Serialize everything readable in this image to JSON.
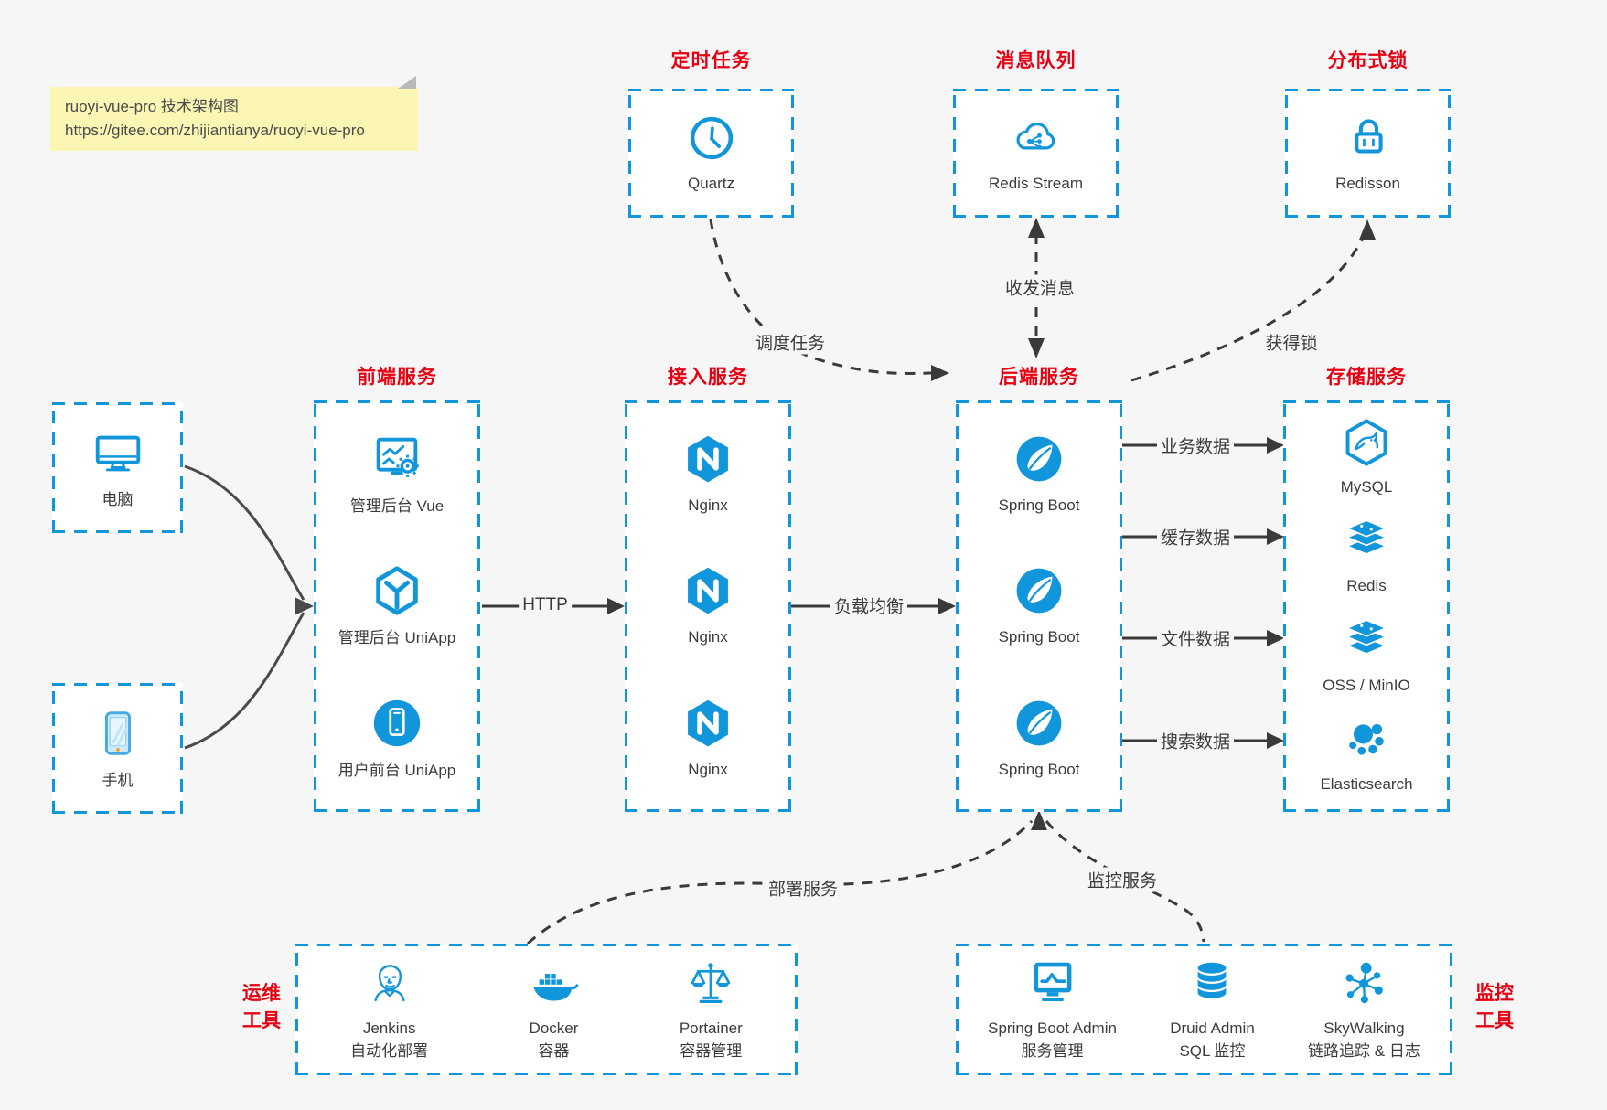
{
  "colors": {
    "accent": "#1296db",
    "title_red": "#e60012",
    "note_bg": "#fbf6b4",
    "line_dark": "#3a3a3a"
  },
  "note": {
    "line1": "ruoyi-vue-pro 技术架构图",
    "line2": "https://gitee.com/zhijiantianya/ruoyi-vue-pro"
  },
  "top_groups": [
    {
      "title": "定时任务",
      "item": {
        "icon": "clock-icon",
        "label": "Quartz"
      }
    },
    {
      "title": "消息队列",
      "item": {
        "icon": "cloud-share-icon",
        "label": "Redis Stream"
      }
    },
    {
      "title": "分布式锁",
      "item": {
        "icon": "lock-icon",
        "label": "Redisson"
      }
    }
  ],
  "clients": [
    {
      "icon": "desktop-icon",
      "label": "电脑"
    },
    {
      "icon": "mobile-icon",
      "label": "手机"
    }
  ],
  "columns": [
    {
      "title": "前端服务",
      "items": [
        {
          "icon": "admin-vue-icon",
          "label": "管理后台 Vue"
        },
        {
          "icon": "uniapp-cube-icon",
          "label": "管理后台 UniApp"
        },
        {
          "icon": "user-phone-icon",
          "label": "用户前台 UniApp"
        }
      ]
    },
    {
      "title": "接入服务",
      "items": [
        {
          "icon": "nginx-icon",
          "label": "Nginx"
        },
        {
          "icon": "nginx-icon",
          "label": "Nginx"
        },
        {
          "icon": "nginx-icon",
          "label": "Nginx"
        }
      ]
    },
    {
      "title": "后端服务",
      "items": [
        {
          "icon": "spring-icon",
          "label": "Spring Boot"
        },
        {
          "icon": "spring-icon",
          "label": "Spring Boot"
        },
        {
          "icon": "spring-icon",
          "label": "Spring Boot"
        }
      ]
    },
    {
      "title": "存储服务",
      "items": [
        {
          "icon": "mysql-icon",
          "label": "MySQL"
        },
        {
          "icon": "redis-layers-icon",
          "label": "Redis"
        },
        {
          "icon": "redis-layers-icon",
          "label": "OSS / MinIO"
        },
        {
          "icon": "elasticsearch-icon",
          "label": "Elasticsearch"
        }
      ]
    }
  ],
  "bottom_groups": [
    {
      "title_line1": "运维",
      "title_line2": "工具",
      "items": [
        {
          "icon": "jenkins-icon",
          "label": "Jenkins",
          "sublabel": "自动化部署"
        },
        {
          "icon": "docker-icon",
          "label": "Docker",
          "sublabel": "容器"
        },
        {
          "icon": "portainer-icon",
          "label": "Portainer",
          "sublabel": "容器管理"
        }
      ]
    },
    {
      "title_line1": "监控",
      "title_line2": "工具",
      "items": [
        {
          "icon": "monitor-chart-icon",
          "label": "Spring Boot Admin",
          "sublabel": "服务管理"
        },
        {
          "icon": "database-icon",
          "label": "Druid Admin",
          "sublabel": "SQL 监控"
        },
        {
          "icon": "topology-icon",
          "label": "SkyWalking",
          "sublabel": "链路追踪 & 日志"
        }
      ]
    }
  ],
  "edge_labels": {
    "schedule": "调度任务",
    "message": "收发消息",
    "lock": "获得锁",
    "http": "HTTP",
    "load_balance": "负载均衡",
    "business": "业务数据",
    "cache": "缓存数据",
    "file": "文件数据",
    "search": "搜索数据",
    "deploy": "部署服务",
    "monitor": "监控服务"
  }
}
